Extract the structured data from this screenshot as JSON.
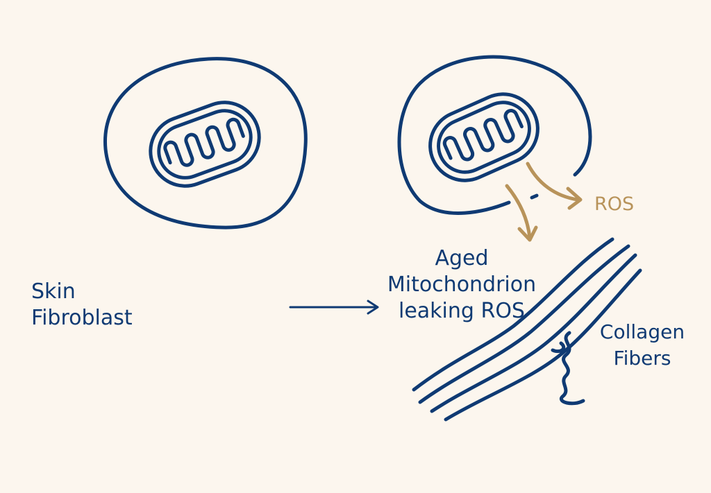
{
  "colors": {
    "background": "#fcf6ee",
    "primary": "#0f3a73",
    "accent": "#b8935a"
  },
  "labels": {
    "fibroblast": [
      "Skin",
      "Fibroblast"
    ],
    "aged": [
      "Aged",
      "Mitochondrion",
      "leaking ROS"
    ],
    "ros": "ROS",
    "collagen": [
      "Collagen",
      "Fibers"
    ]
  }
}
